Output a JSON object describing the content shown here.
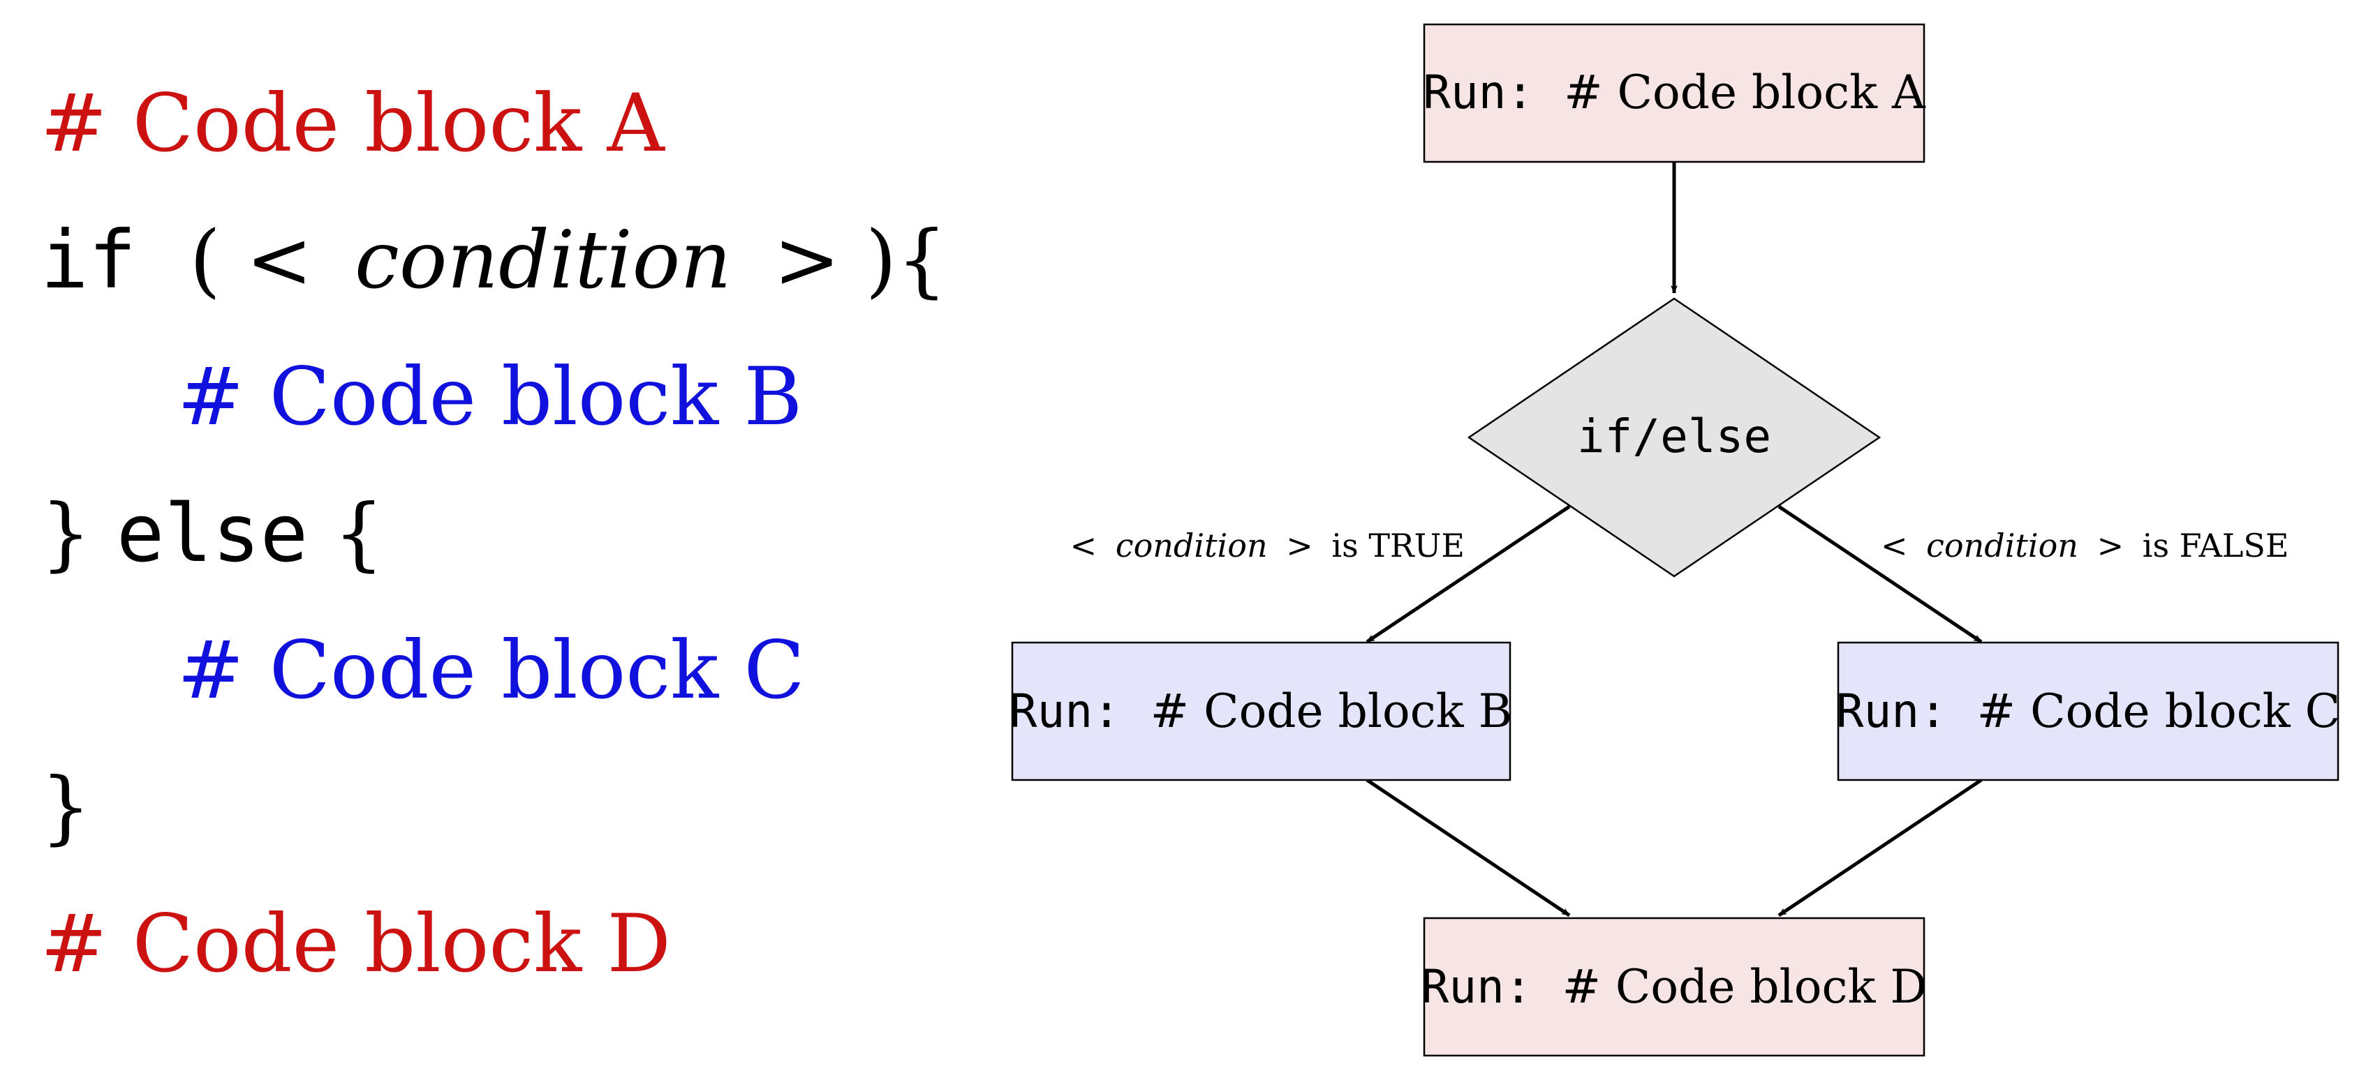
{
  "colors": {
    "code_red": "#cc1111",
    "code_blue": "#1111dd",
    "code_black": "#000000",
    "box_pink_fill": "#f7e4e4",
    "box_blue_fill": "#e4e4fa",
    "diamond_fill": "#e4e4e4",
    "stroke": "#000000"
  },
  "code": {
    "line_a": "# Code block A",
    "if_keyword": "if",
    "if_open_paren": "(",
    "if_lt": "<",
    "if_condition": "condition",
    "if_gt": ">",
    "if_close": "){",
    "line_b": "# Code block B",
    "else_close_brace": "}",
    "else_keyword": "else",
    "else_open_brace": "{",
    "line_c": "# Code block C",
    "closing_brace": "}",
    "line_d": "# Code block D"
  },
  "flowchart": {
    "run_prefix": "Run:",
    "node_a": "# Code block A",
    "decision": "if/else",
    "node_b": "# Code block B",
    "node_c": "# Code block C",
    "node_d": "# Code block D",
    "edge_true": {
      "lt": "<",
      "condition": "condition",
      "gt": ">",
      "tail": "is TRUE"
    },
    "edge_false": {
      "lt": "<",
      "condition": "condition",
      "gt": ">",
      "tail": "is FALSE"
    }
  }
}
